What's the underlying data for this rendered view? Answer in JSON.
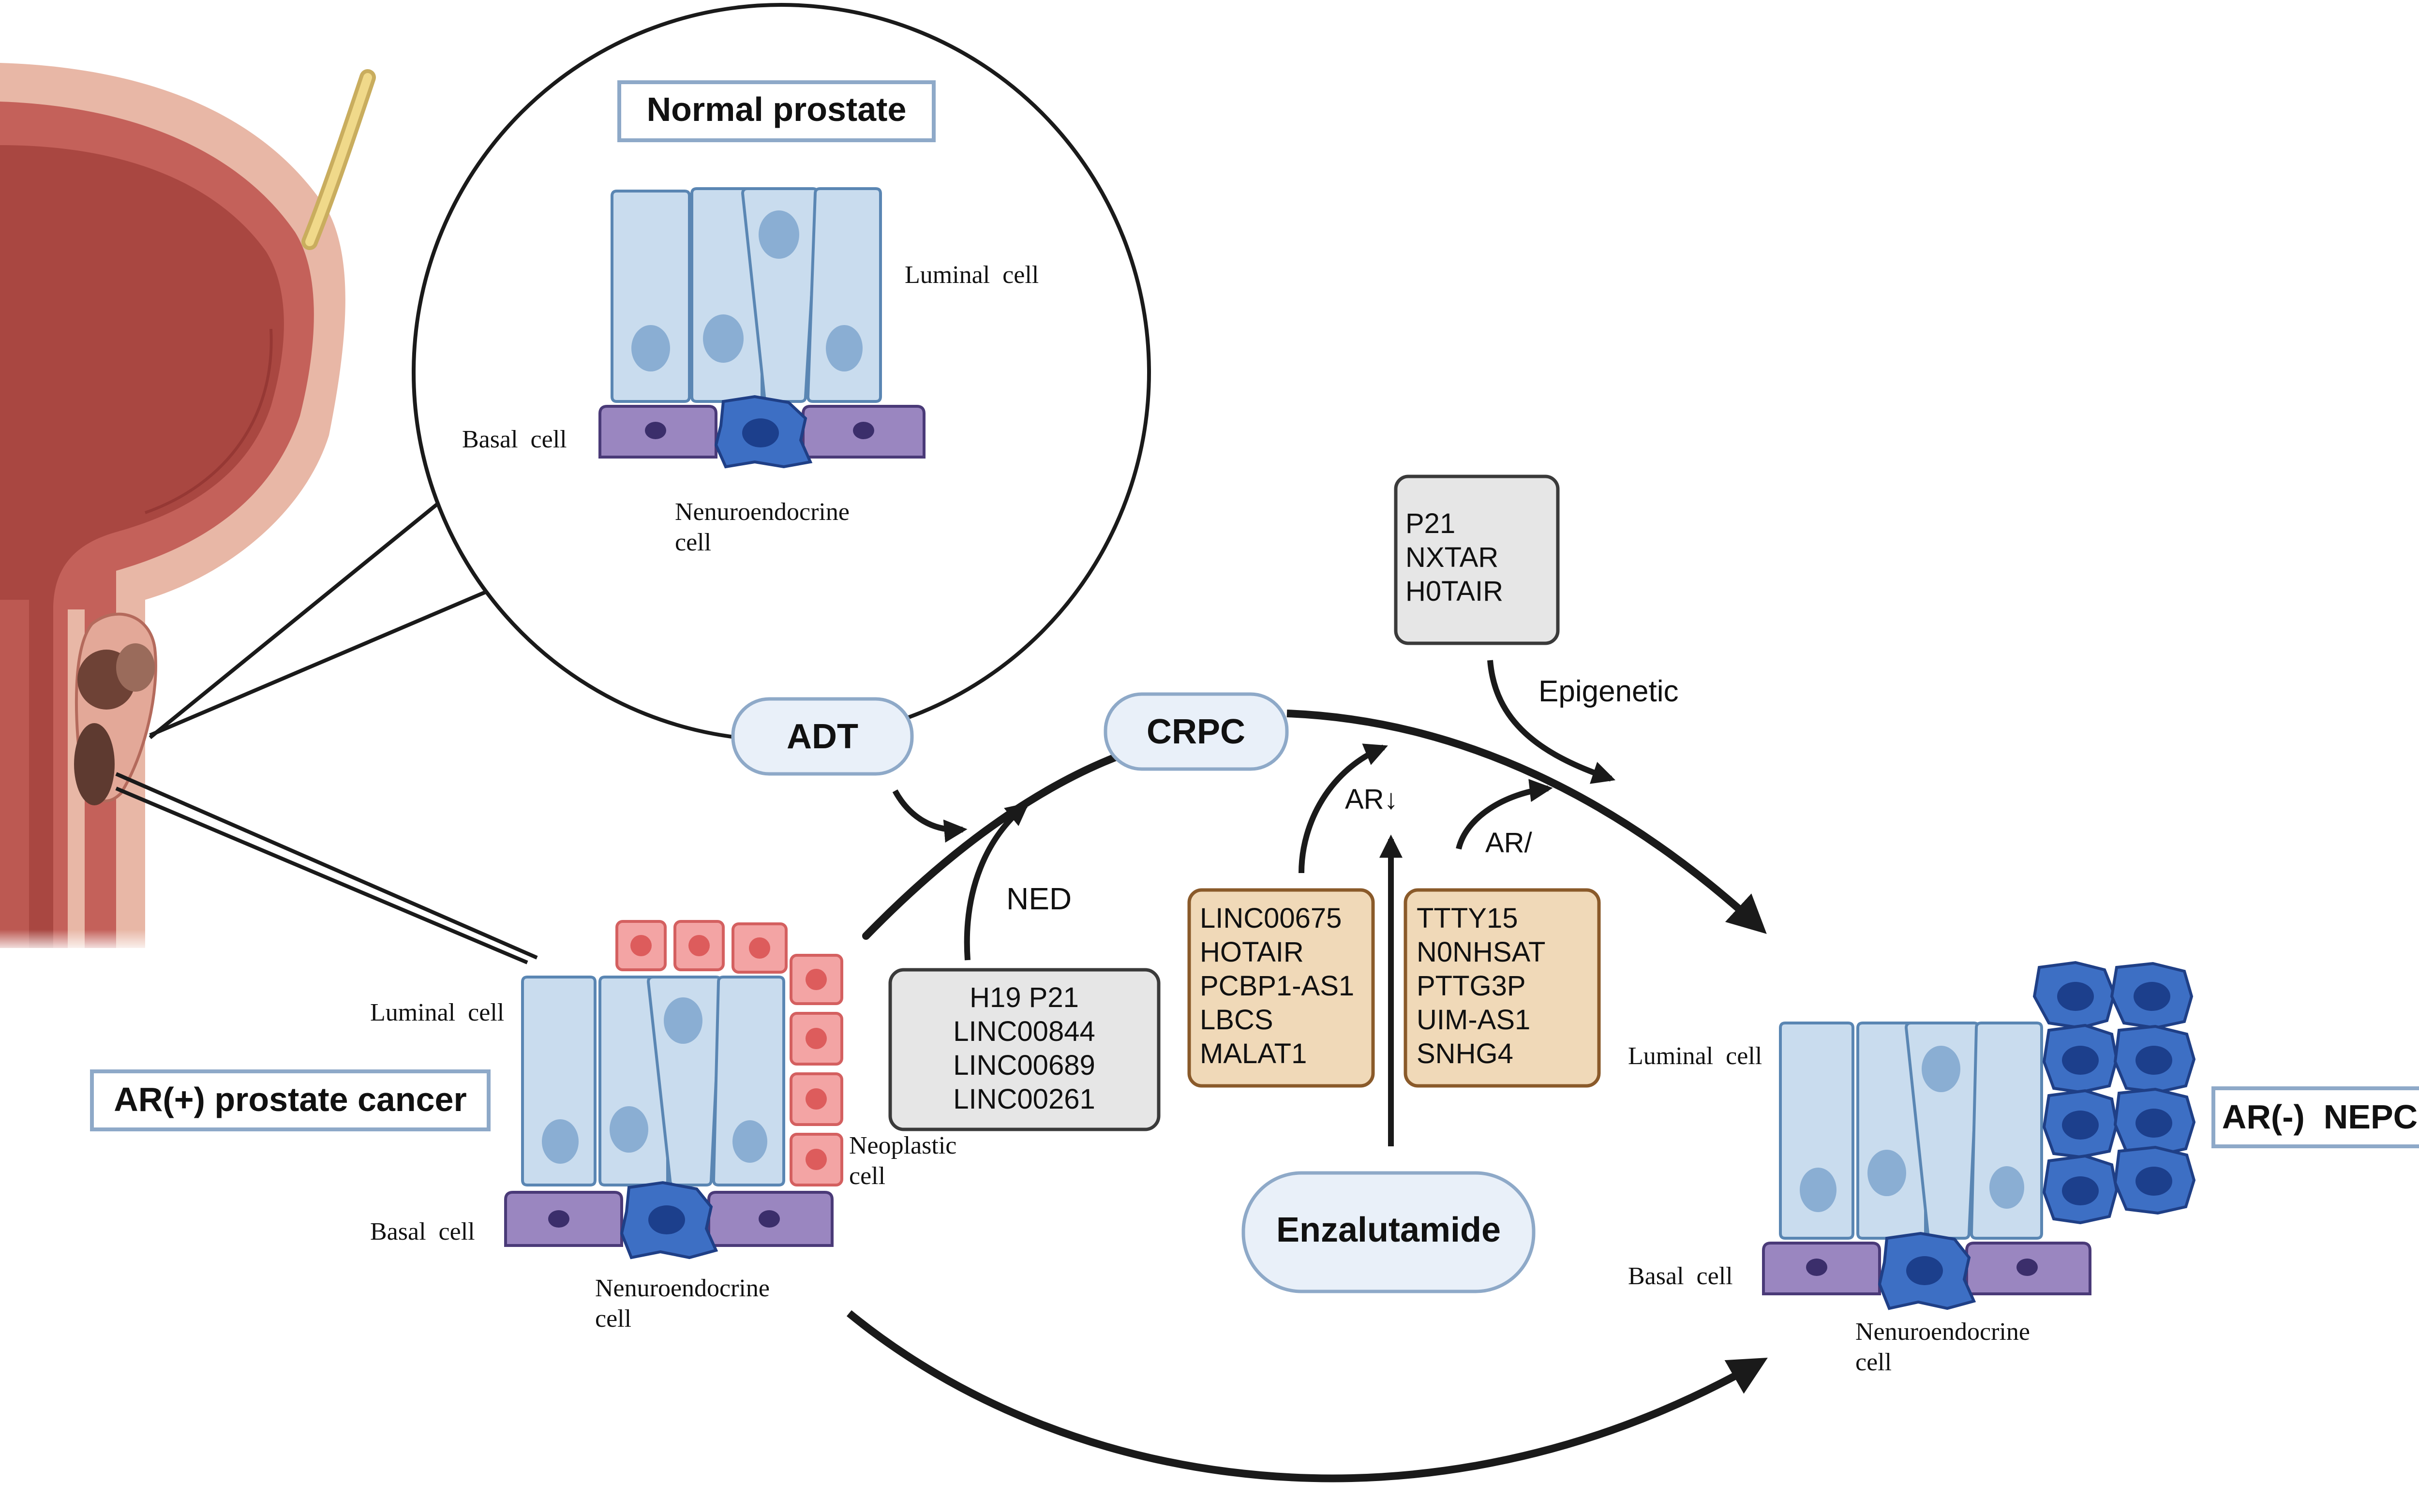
{
  "colors": {
    "bladder_outer": "#e8b7a6",
    "bladder_wall": "#c4615a",
    "bladder_lumen": "#a94741",
    "luminal_cell_fill": "#c9dcee",
    "luminal_cell_stroke": "#5a86b3",
    "luminal_nucleus": "#8aaed3",
    "basal_cell_fill": "#9a86c0",
    "basal_cell_stroke": "#4a3a78",
    "basal_nucleus": "#3b2e6b",
    "ne_cell_fill": "#3d6fc4",
    "ne_cell_stroke": "#1f3f86",
    "ne_nucleus": "#1c3f8c",
    "neoplastic_fill": "#f3a4a4",
    "neoplastic_stroke": "#d46060",
    "neoplastic_nucleus": "#dd5c5c",
    "label_box_stroke": "#8ea9c8",
    "pill_fill": "#e9f0f9",
    "pill_stroke": "#8ea9c8",
    "grey_box_fill": "#e6e6e6",
    "tan_box_fill": "#f0d9b8",
    "tan_box_stroke": "#8a5a2a",
    "arrow": "#1a1a1a"
  },
  "icons": [
    "bladder-illustration",
    "prostate-tumor-icon",
    "urethra-tube-icon"
  ],
  "normal_prostate": {
    "title": "Normal prostate",
    "luminal_label": "Luminal  cell",
    "basal_label": "Basal  cell",
    "ne_label_line1": "Nenuroendocrine",
    "ne_label_line2": "cell"
  },
  "ar_positive": {
    "title": "AR(+) prostate cancer",
    "luminal_label": "Luminal  cell",
    "basal_label": "Basal  cell",
    "neoplastic_line1": "Neoplastic",
    "neoplastic_line2": "cell",
    "ne_label_line1": "Nenuroendocrine",
    "ne_label_line2": "cell"
  },
  "ar_negative": {
    "title": "AR(-)  NEPC",
    "luminal_label": "Luminal  cell",
    "basal_label": "Basal  cell",
    "ne_label_line1": "Nenuroendocrine",
    "ne_label_line2": "cell"
  },
  "pills": {
    "adt": "ADT",
    "crpc": "CRPC",
    "enzalutamide": "Enzalutamide"
  },
  "arrow_labels": {
    "ned": "NED",
    "epigenetic": "Epigenetic",
    "ar_down": "AR↓",
    "ar_slash": "AR/"
  },
  "ned_box": [
    "H19 P21",
    "LINC00844",
    "LINC00689",
    "LINC00261"
  ],
  "epigenetic_box": [
    "P21",
    "NXTAR",
    "H0TAIR"
  ],
  "ar_down_box": [
    "LINC00675",
    "HOTAIR",
    "PCBP1-AS1",
    "LBCS",
    "MALAT1"
  ],
  "ar_var_box": [
    "TTTY15",
    "N0NHSAT",
    "PTTG3P",
    "UIM-AS1",
    "SNHG4"
  ]
}
